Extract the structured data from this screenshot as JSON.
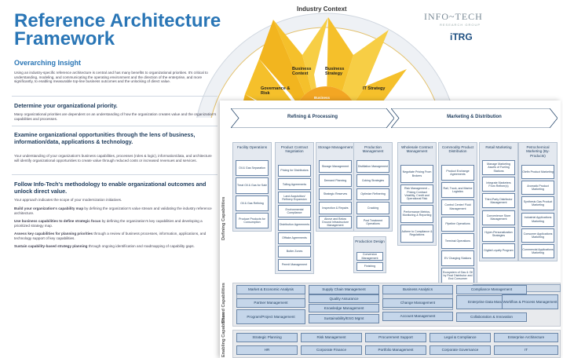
{
  "header": {
    "title_line1": "Reference Architecture",
    "title_line2": "Framework",
    "logo_primary": "INFO~TECH",
    "logo_sub": "RESEARCH GROUP",
    "logo_secondary": "iTRG"
  },
  "wheel": {
    "outer_label": "Industry Context",
    "labels": [
      "Governance & Risk",
      "Business Context",
      "Business Strategy",
      "IT Strategy",
      "Business"
    ]
  },
  "insight": {
    "heading": "Overarching Insight",
    "body": "Using an industry-specific reference architecture is central and has many benefits to organizational priorities. It's critical to understanding, modeling, and communicating the operating environment and the direction of the enterprise, and more significantly, to enabling measurable top-line business outcomes and the unlocking of direct value."
  },
  "priority": {
    "heading": "Determine your organizational priority.",
    "body": "Many organizational priorities are dependent on an understanding of how the organization creates value and the organization's capabilities and processes."
  },
  "examine": {
    "heading": "Examine organizational opportunities through the lens of business, information/data, applications & technology.",
    "body": "Your understanding of your organization's business capabilities, processes (roles & logic), information/data, and architecture will identify organizational opportunities to create value through reduced costs or increased revenues and services."
  },
  "follow": {
    "heading": "Follow Info-Tech's methodology to enable organizational outcomes and unlock direct value.",
    "intro": "Your approach indicates the scope of your modernization initiatives.",
    "items": [
      {
        "bold": "Build your organization's capability map",
        "rest": " by defining the organization's value stream and validating the industry reference architecture."
      },
      {
        "bold": "Use business capabilities to define strategic focus",
        "rest": " by defining the organization's key capabilities and developing a prioritized strategy map."
      },
      {
        "bold": "Assess key capabilities for planning priorities",
        "rest": " through a review of business processes, information, applications, and technology support of key capabilities."
      },
      {
        "bold": "Sustain capability-based strategy planning",
        "rest": " through ongoing identification and roadmapping of capability gaps."
      }
    ]
  },
  "framework": {
    "value_stream": [
      "Refining & Processing",
      "Marketing & Distribution"
    ],
    "defining_label": "Defining Capabilities",
    "shared_label": "Shared Capabilities",
    "enabling_label": "Enabling Capabilities",
    "columns": [
      {
        "title": "Facility Operations",
        "cells": [
          "Oil & Gas Separation",
          "Treat Oil & Gas for Sale",
          "Oil & Gas Refining",
          "Produce Products for Consumption"
        ]
      },
      {
        "title": "Product Contract Negotiation",
        "cells": [
          "Pricing for Distributors",
          "Tolling Agreements",
          "Land Acquisition/ Refinery Expansion",
          "Environmental Compliance",
          "Distribution Agreements",
          "Offtake Agreements",
          "Butter Zones",
          "Permit Management"
        ]
      },
      {
        "title": "Storage Management",
        "cells": [
          "Storage Management",
          "Demand Planning",
          "Strategic Reserves",
          "Inspection & Repairs",
          "Above and Below Ground Infrastructure Management"
        ]
      },
      {
        "title": "Production Management",
        "cells": [
          "Distillation Management",
          "Coking Strategies",
          "Optimize Refinering",
          "Cracking",
          "Post Treatment Operations"
        ]
      },
      {
        "title": "Wholesale Contract Management",
        "cells": [
          "Negotiate Pricing From Brokers",
          "Risk Management – Pricing Contract Volatility, Credit and Operational Risk",
          "Performance Metrics, Monitoring & Reporting",
          "Adhere to Compliance & Regulations"
        ]
      },
      {
        "title": "Commodity Product Distribution",
        "cells": [
          "Product Exchange Agreements",
          "Rail, Truck, and Marine Logistics",
          "Control Center/ Fluid Management",
          "Pipeline Operations",
          "Terminal Operations",
          "EV Charging Stations",
          "Ecosystem of Gas & Oil by Final Distributor and End Consumer"
        ]
      },
      {
        "title": "Retail Marketing",
        "cells": [
          "Manage Marketing Assets of Fueling Stations",
          "Integrate Marketers From Refiner(s)",
          "Third-Party Distributor Management",
          "Convenience Store Management",
          "Hyper-Personalization Strategies",
          "Digital Loyalty Program"
        ]
      },
      {
        "title": "Petrochemical Marketing (By-Products)",
        "cells": [
          "Olefin Product Marketing",
          "Aromatic Product Marketing",
          "Synthesis Gas Product Marketing",
          "Industrial Applications Marketing",
          "Consumer Applications Marketing",
          "Commercial Applications Marketing"
        ]
      }
    ],
    "production_design": {
      "title": "Production Design",
      "cells": [
        "Conversion Management",
        "Finishing"
      ]
    },
    "shared_rows": [
      [
        "Market & Economic Analysis",
        "Supply Chain Management",
        "Business Analytics",
        "Compliance Management"
      ],
      [
        "Partner Management",
        "Quality Assurance",
        "Change Management",
        "Enterprise Data Management",
        "Workflow & Process Management"
      ],
      [
        "Knowledge Management"
      ],
      [
        "Program/Project Management",
        "Sustainability/ESG Mgmt",
        "Account Management",
        "Collaboration & Innovation"
      ]
    ],
    "enabling_rows": [
      [
        "Strategic Planning",
        "Risk Management",
        "Procurement Support",
        "Legal & Compliance",
        "Enterprise Architecture"
      ],
      [
        "HR",
        "Corporate Finance",
        "Portfolio Management",
        "Corporate Governance",
        "IT"
      ]
    ]
  }
}
